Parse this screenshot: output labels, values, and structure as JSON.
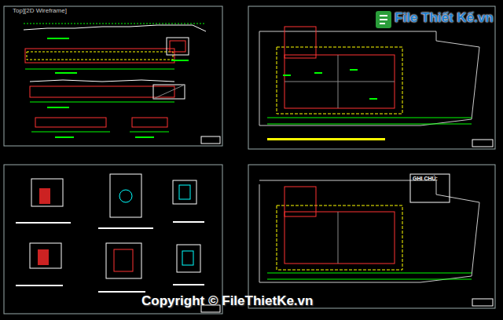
{
  "diagram": {
    "labels": [
      "Top][2D Wireframe]",
      "File Thiết Kế.vn",
      "GHI CHÚ:",
      "Copyright © FileThietKe.vn"
    ]
  }
}
